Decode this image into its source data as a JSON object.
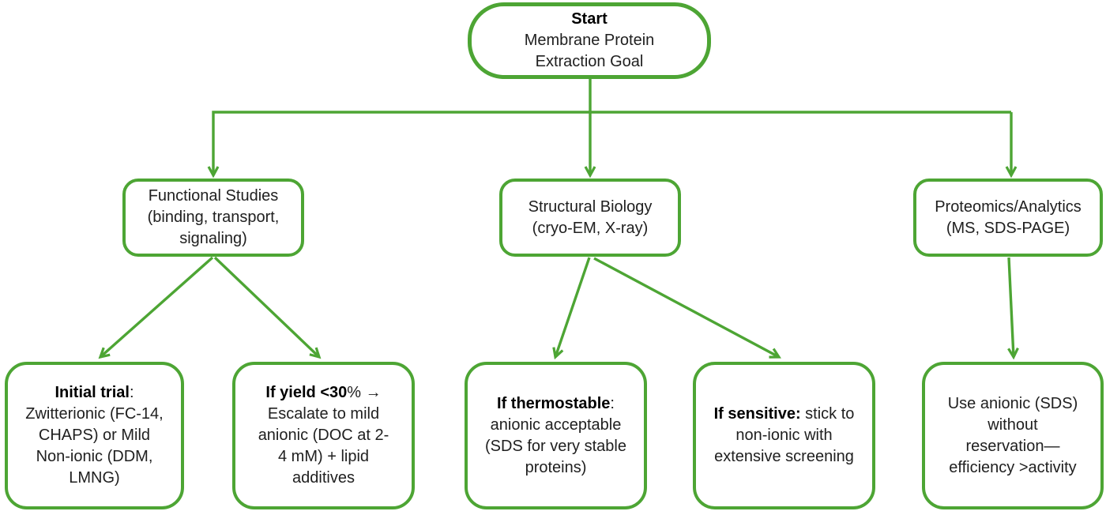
{
  "colors": {
    "line_green": "#4da534",
    "text": "#202020",
    "background": "#ffffff"
  },
  "nodes": {
    "start": {
      "bold": "Start",
      "rest": "\nMembrane Protein\nExtraction Goal"
    },
    "functional": {
      "bold": "",
      "rest": "Functional Studies\n(binding, transport,\nsignaling)"
    },
    "structural": {
      "bold": "",
      "rest": "Structural Biology\n(cryo-EM, X-ray)"
    },
    "proteomics": {
      "bold": "",
      "rest": "Proteomics/Analytics\n(MS, SDS-PAGE)"
    },
    "initial_trial": {
      "bold": "Initial trial",
      "rest": ":\nZwitterionic (FC-14,\nCHAPS) or Mild\nNon-ionic (DDM,\nLMNG)"
    },
    "low_yield": {
      "bold": "If yield <30",
      "rest": "% →\nEscalate to mild\nanionic (DOC at 2-\n4 mM) + lipid\nadditives"
    },
    "thermostable": {
      "bold": "If thermostable",
      "rest": ":\nanionic acceptable\n(SDS for very stable\nproteins)"
    },
    "sensitive": {
      "bold": "If sensitive:",
      "rest": " stick to\nnon-ionic with\nextensive screening"
    },
    "anionic_sds": {
      "bold": "",
      "rest": "Use anionic (SDS)\nwithout\nreservation—\nefficiency >activity"
    }
  }
}
